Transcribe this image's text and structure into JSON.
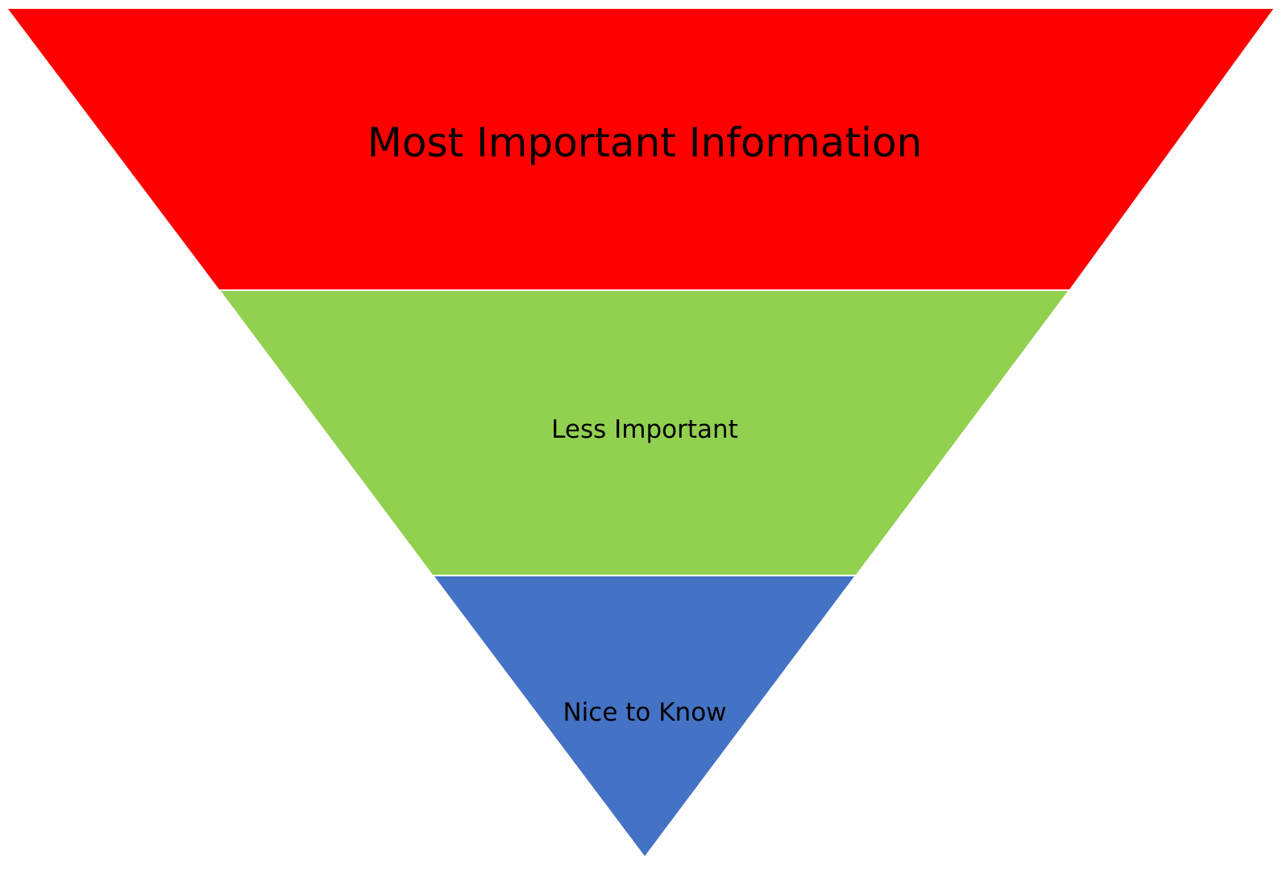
{
  "diagram": {
    "title": "Inverted pyramid",
    "tiers": [
      {
        "label": "Most Important Information",
        "color": "#ff0000"
      },
      {
        "label": "Less Important",
        "color": "#92d050"
      },
      {
        "label": "Nice to Know",
        "color": "#4472c4"
      }
    ]
  }
}
